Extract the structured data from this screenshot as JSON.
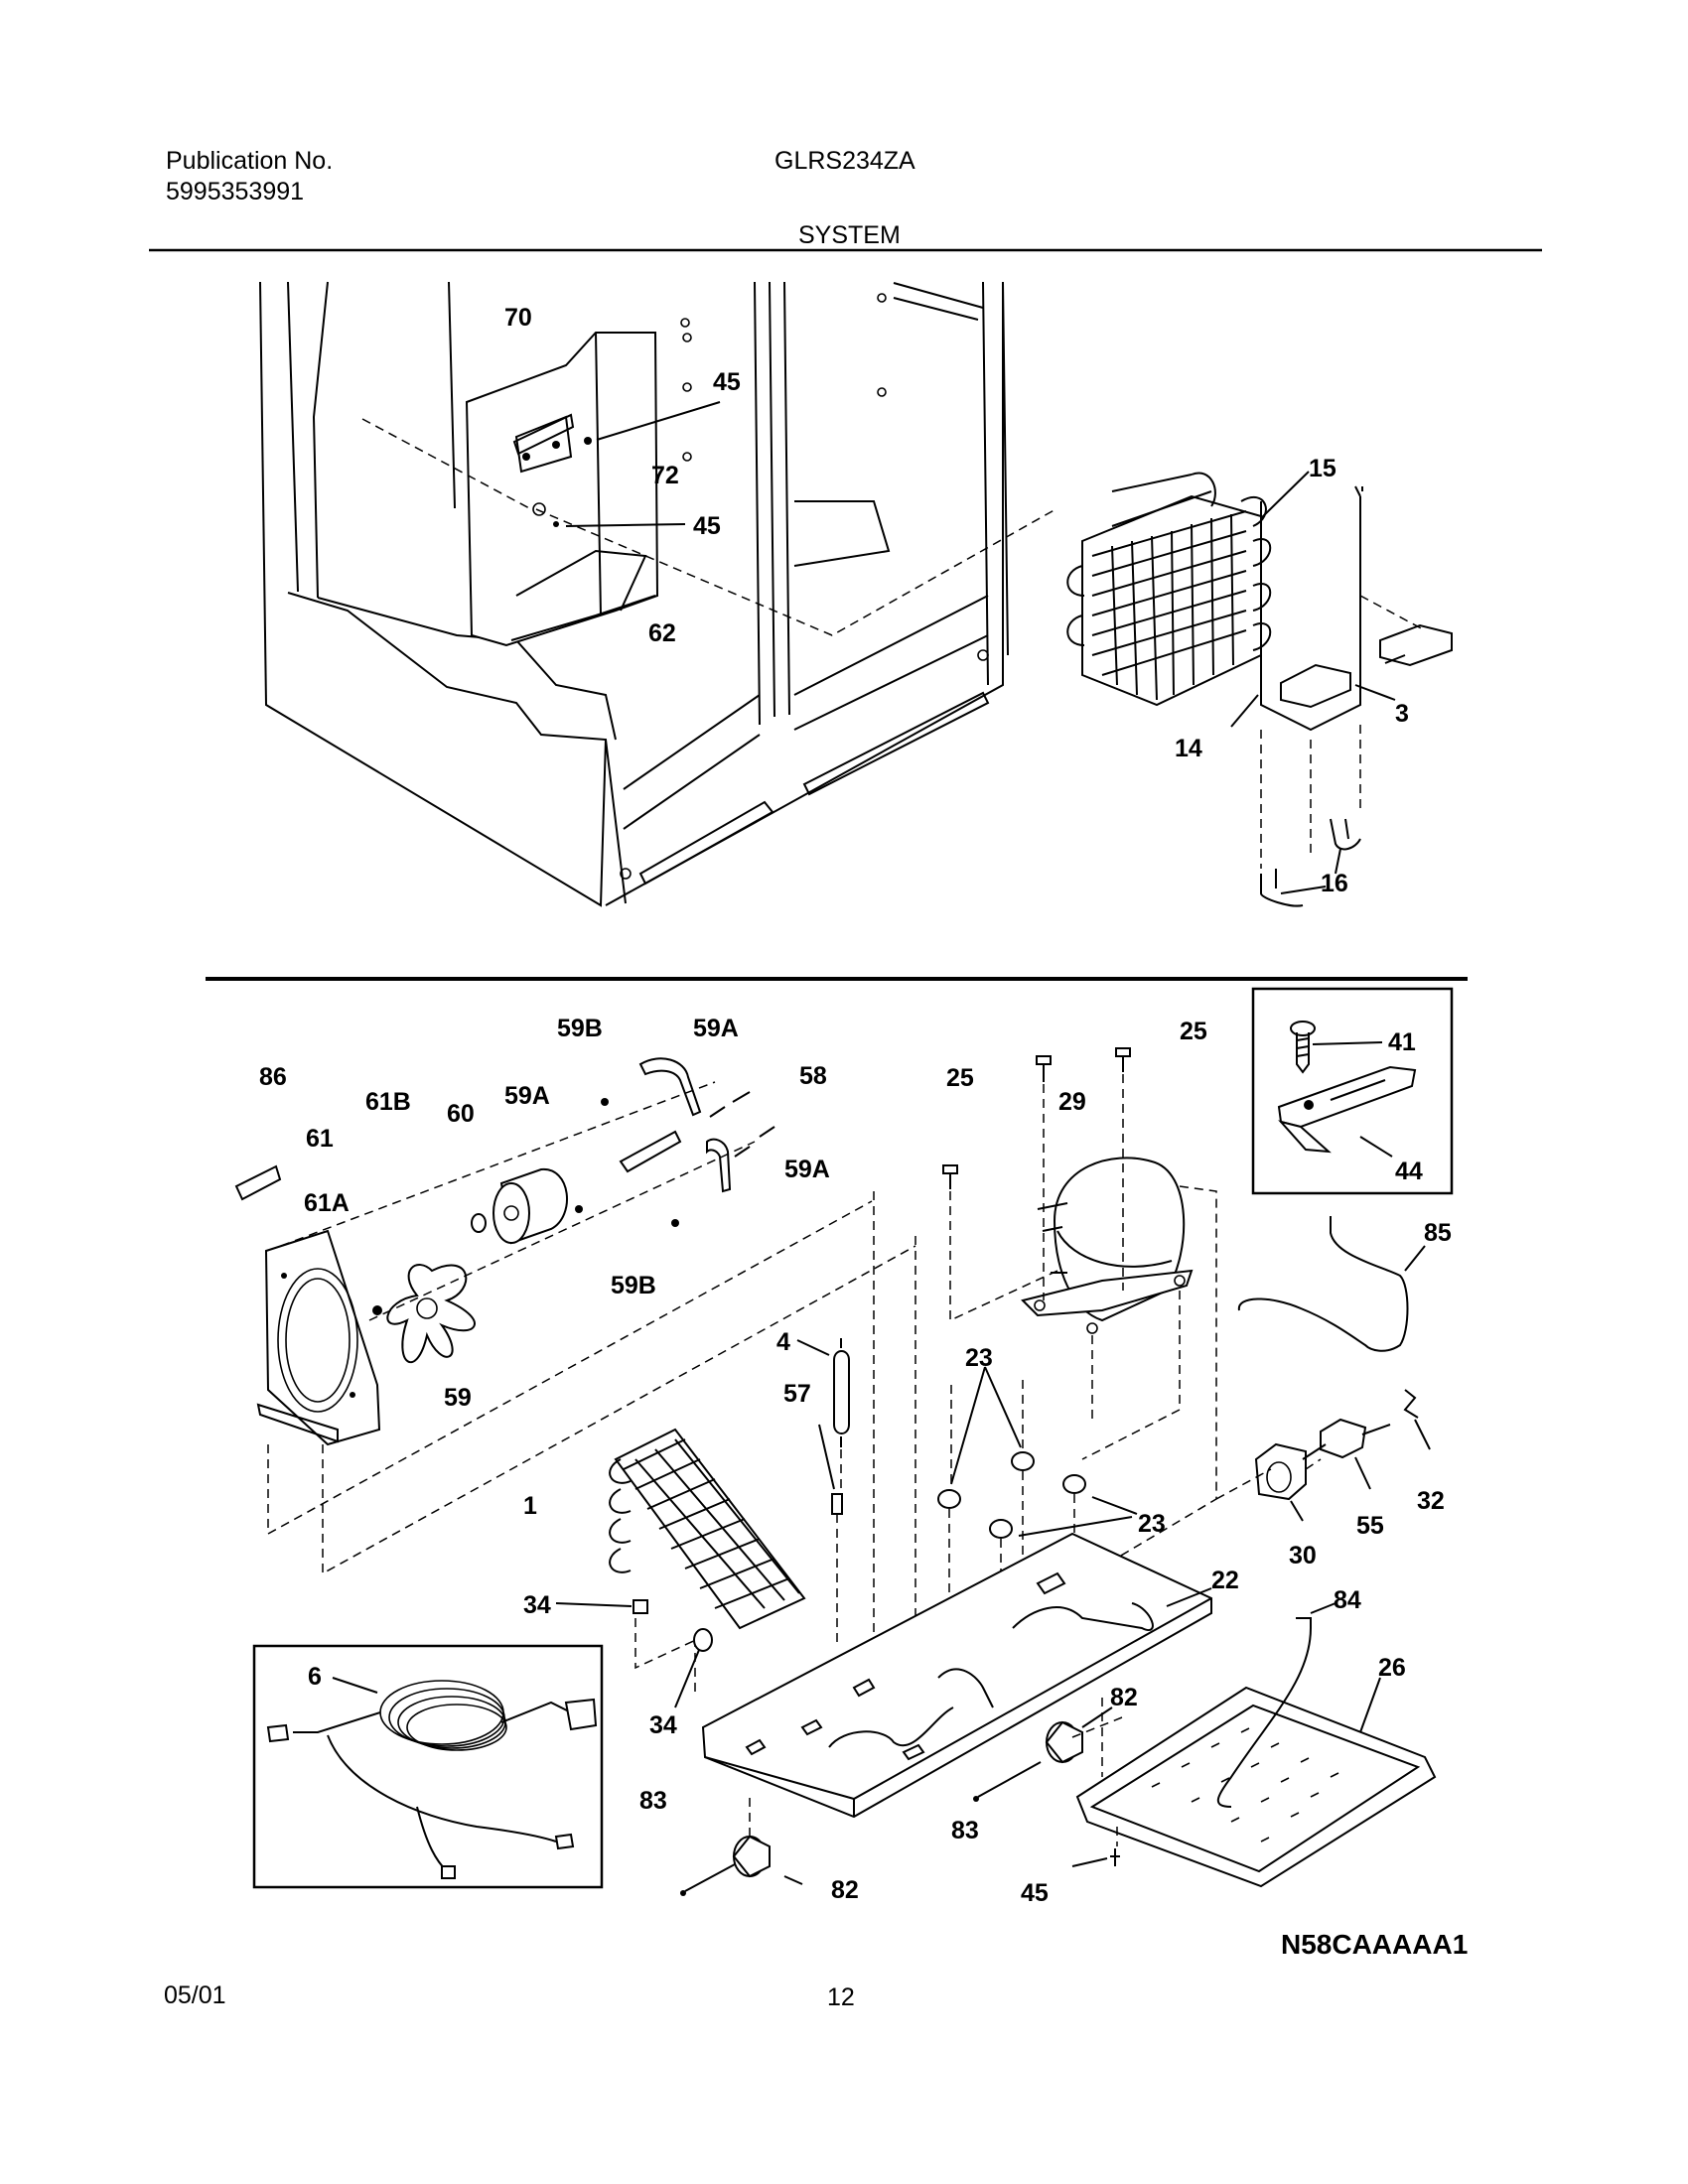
{
  "header": {
    "pub_label": "Publication No.",
    "pub_number": "5995353991",
    "model": "GLRS234ZA",
    "section": "SYSTEM"
  },
  "footer": {
    "date": "05/01",
    "page": "12"
  },
  "diagram": {
    "code": "N58CAAAAA1",
    "top_labels": [
      "70",
      "45",
      "72",
      "45",
      "62",
      "15",
      "3",
      "14",
      "16"
    ],
    "bottom_labels": [
      "59B",
      "59A",
      "58",
      "86",
      "61B",
      "60",
      "59A",
      "61",
      "59A",
      "61A",
      "59B",
      "59",
      "25",
      "25",
      "29",
      "41",
      "44",
      "85",
      "4",
      "57",
      "23",
      "23",
      "1",
      "32",
      "55",
      "30",
      "22",
      "34",
      "84",
      "26",
      "6",
      "34",
      "82",
      "83",
      "83",
      "82",
      "45"
    ]
  }
}
